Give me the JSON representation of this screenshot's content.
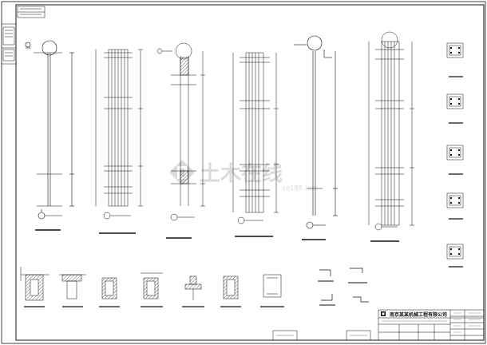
{
  "drawing": {
    "company_name": "南京某某机械工程有限公司",
    "watermark_text": "土木在线",
    "watermark_url": "co188.com",
    "line_color": "#111111",
    "hatch_color": "#444444",
    "watermark_color": "#d6d6d6"
  }
}
